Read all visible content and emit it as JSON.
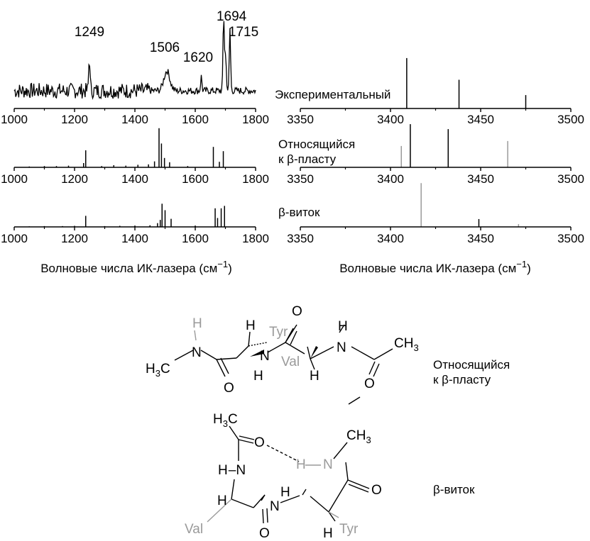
{
  "panels_left": {
    "axis_ticks": [
      "1000",
      "1200",
      "1400",
      "1600",
      "1800"
    ],
    "xlabel_prefix": "Волновые числа ИК-лазера (см",
    "xlabel_sup": "−1",
    "xlabel_suffix": ")"
  },
  "panels_right": {
    "axis_ticks": [
      "3350",
      "3400",
      "3450",
      "3500"
    ],
    "xlabel_prefix": "Волновые числа ИК-лазера (см",
    "xlabel_sup": "−1",
    "xlabel_suffix": ")",
    "label_experimental": "Экспериментальный",
    "label_sheet_1": "Относящийся",
    "label_sheet_2": "к β-пласту",
    "label_turn": "β-виток"
  },
  "colors": {
    "line": "#000000",
    "muted": "#9a9a9a"
  },
  "chart_data": [
    {
      "type": "line",
      "series": [
        {
          "values": []
        }
      ],
      "xlim": [
        1000,
        1800
      ],
      "xticks": [
        1000,
        1200,
        1400,
        1600,
        1800
      ],
      "annotations": [
        {
          "x": 1249,
          "label": "1249"
        },
        {
          "x": 1506,
          "label": "1506"
        },
        {
          "x": 1620,
          "label": "1620"
        },
        {
          "x": 1694,
          "label": "1694"
        },
        {
          "x": 1715,
          "label": "1715"
        }
      ]
    },
    {
      "type": "bar",
      "xlim": [
        1000,
        1800
      ],
      "xticks": [
        1000,
        1200,
        1400,
        1600,
        1800
      ],
      "sticks": [
        {
          "x": 1050,
          "y": 0.02
        },
        {
          "x": 1100,
          "y": 0.03
        },
        {
          "x": 1140,
          "y": 0.03
        },
        {
          "x": 1180,
          "y": 0.04
        },
        {
          "x": 1230,
          "y": 0.1
        },
        {
          "x": 1237,
          "y": 0.4
        },
        {
          "x": 1290,
          "y": 0.03
        },
        {
          "x": 1330,
          "y": 0.05
        },
        {
          "x": 1370,
          "y": 0.04
        },
        {
          "x": 1410,
          "y": 0.06
        },
        {
          "x": 1445,
          "y": 0.07
        },
        {
          "x": 1465,
          "y": 0.14
        },
        {
          "x": 1480,
          "y": 0.92
        },
        {
          "x": 1488,
          "y": 0.56
        },
        {
          "x": 1498,
          "y": 0.22
        },
        {
          "x": 1515,
          "y": 0.12
        },
        {
          "x": 1575,
          "y": 0.03
        },
        {
          "x": 1660,
          "y": 0.48
        },
        {
          "x": 1680,
          "y": 0.13
        },
        {
          "x": 1693,
          "y": 0.38
        }
      ]
    },
    {
      "type": "bar",
      "xlim": [
        1000,
        1800
      ],
      "xticks": [
        1000,
        1200,
        1400,
        1600,
        1800
      ],
      "sticks": [
        {
          "x": 1050,
          "y": 0.02
        },
        {
          "x": 1100,
          "y": 0.03
        },
        {
          "x": 1160,
          "y": 0.03
        },
        {
          "x": 1200,
          "y": 0.04
        },
        {
          "x": 1237,
          "y": 0.41
        },
        {
          "x": 1300,
          "y": 0.03
        },
        {
          "x": 1350,
          "y": 0.04
        },
        {
          "x": 1400,
          "y": 0.05
        },
        {
          "x": 1450,
          "y": 0.06
        },
        {
          "x": 1475,
          "y": 0.14
        },
        {
          "x": 1484,
          "y": 0.26
        },
        {
          "x": 1490,
          "y": 0.86
        },
        {
          "x": 1500,
          "y": 0.62
        },
        {
          "x": 1520,
          "y": 0.3
        },
        {
          "x": 1600,
          "y": 0.05
        },
        {
          "x": 1666,
          "y": 0.69
        },
        {
          "x": 1674,
          "y": 0.33
        },
        {
          "x": 1686,
          "y": 0.69
        },
        {
          "x": 1697,
          "y": 0.78
        }
      ]
    },
    {
      "type": "bar",
      "xlim": [
        3350,
        3500
      ],
      "xticks": [
        3350,
        3400,
        3450,
        3500
      ],
      "sticks": [
        {
          "x": 3409,
          "y": 0.79
        },
        {
          "x": 3438,
          "y": 0.45
        },
        {
          "x": 3475,
          "y": 0.21
        }
      ]
    },
    {
      "type": "bar",
      "xlim": [
        3350,
        3500
      ],
      "xticks": [
        3350,
        3400,
        3450,
        3500
      ],
      "sticks": [
        {
          "x": 3406,
          "y": 0.43,
          "muted": true
        },
        {
          "x": 3411,
          "y": 0.87
        },
        {
          "x": 3432,
          "y": 0.77
        },
        {
          "x": 3465,
          "y": 0.53,
          "muted": true
        }
      ]
    },
    {
      "type": "bar",
      "xlim": [
        3350,
        3500
      ],
      "xticks": [
        3350,
        3400,
        3450,
        3500
      ],
      "sticks": [
        {
          "x": 3417,
          "y": 0.95,
          "muted": true
        },
        {
          "x": 3449,
          "y": 0.17
        },
        {
          "x": 3471,
          "y": 0.06,
          "muted": true
        }
      ]
    }
  ],
  "molecule_sheet": {
    "label_1": "Относящийся",
    "label_2": "к β-пласту",
    "atoms": {
      "H": "H",
      "N": "N",
      "O": "O",
      "C": "C",
      "sub3": "3",
      "tyr": "Tyr",
      "val": "Val"
    }
  },
  "molecule_turn": {
    "label": "β-виток",
    "atoms": {
      "H": "H",
      "N": "N",
      "O": "O",
      "C": "C",
      "sub3": "3",
      "tyr": "Tyr",
      "val": "Val"
    }
  }
}
